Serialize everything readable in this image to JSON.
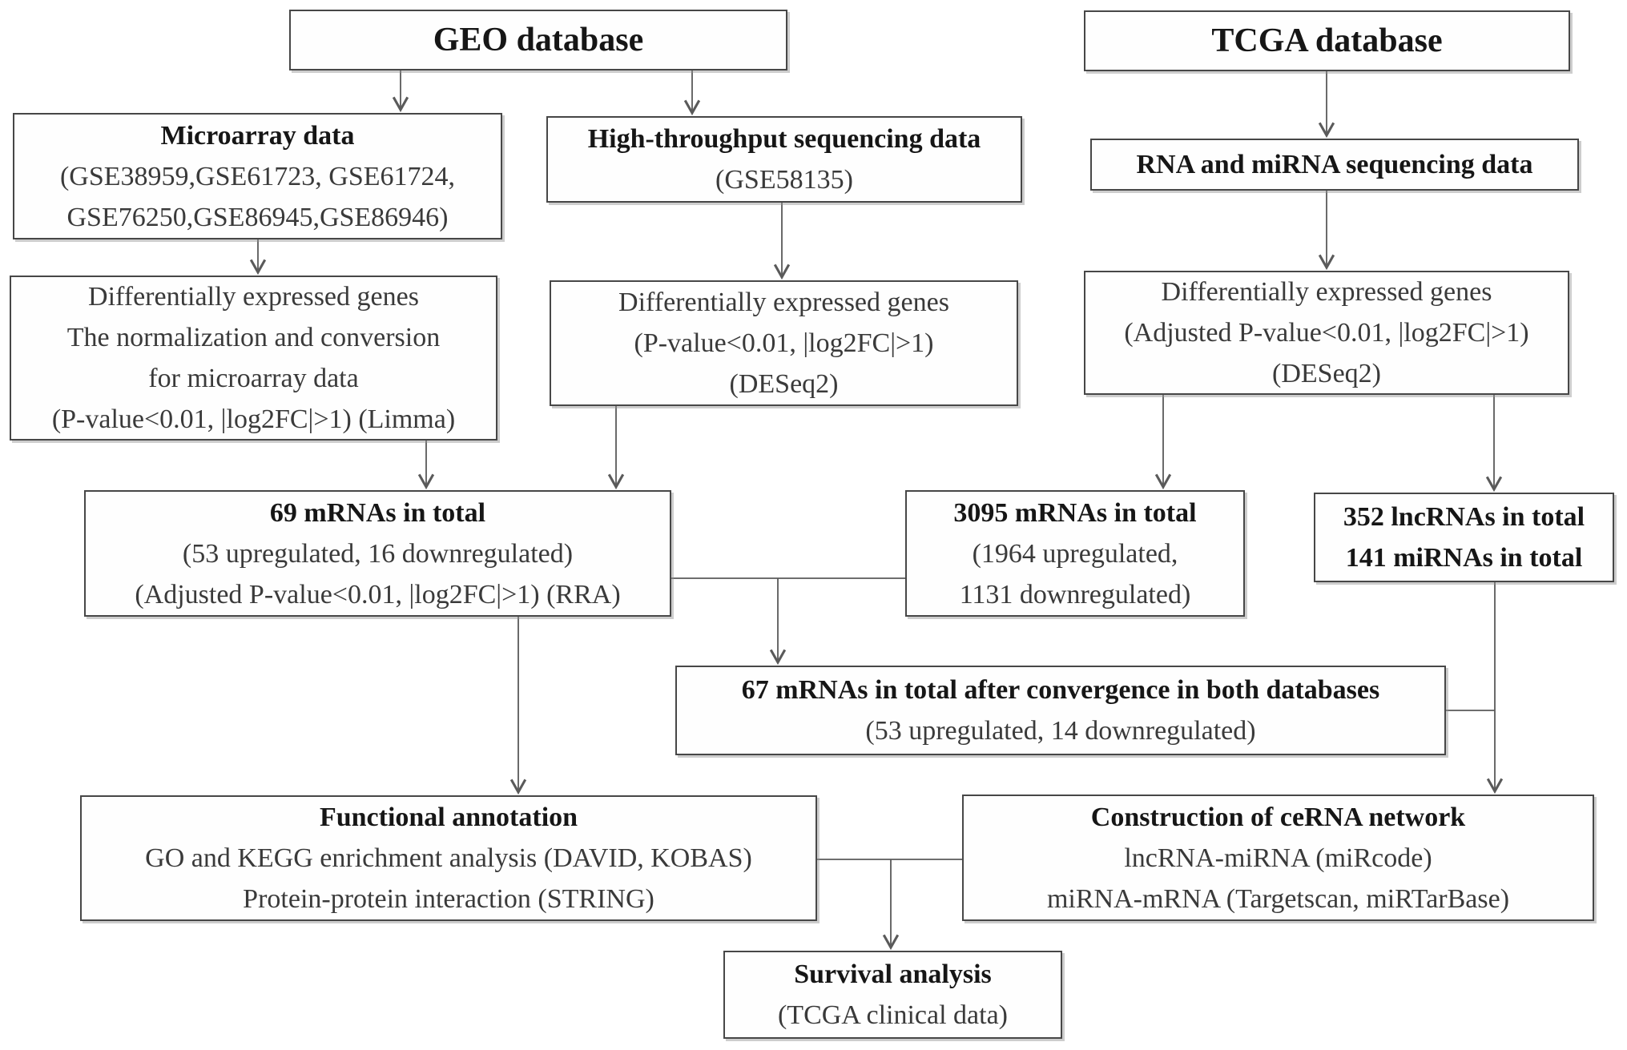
{
  "page": {
    "colors": {
      "background": "#ffffff",
      "box_border": "#474747",
      "title_text": "#161616",
      "body_text": "#3a3a3a",
      "connector": "#5a5a5a"
    }
  },
  "nodes": {
    "geo": {
      "title": "GEO database"
    },
    "tcga": {
      "title": "TCGA database"
    },
    "microarray": {
      "title": "Microarray data",
      "lines": [
        "(GSE38959,GSE61723, GSE61724,",
        "GSE76250,GSE86945,GSE86946)"
      ]
    },
    "hts": {
      "title": "High-throughput sequencing data",
      "lines": [
        "(GSE58135)"
      ]
    },
    "rna_mirna": {
      "title": "RNA and miRNA sequencing data"
    },
    "deg_microarray": {
      "lines": [
        "Differentially expressed genes",
        "The normalization and conversion",
        "for microarray data",
        "(P-value<0.01, |log2FC|>1) (Limma)"
      ]
    },
    "deg_hts": {
      "lines": [
        "Differentially expressed genes",
        "(P-value<0.01, |log2FC|>1)",
        "(DESeq2)"
      ]
    },
    "deg_tcga": {
      "lines": [
        "Differentially expressed genes",
        "(Adjusted P-value<0.01, |log2FC|>1)",
        "(DESeq2)"
      ]
    },
    "mrna_69": {
      "title": "69 mRNAs in total",
      "lines": [
        "(53 upregulated, 16 downregulated)",
        "(Adjusted P-value<0.01, |log2FC|>1) (RRA)"
      ]
    },
    "mrna_3095": {
      "title": "3095 mRNAs in total",
      "lines": [
        "(1964 upregulated,",
        "1131 downregulated)"
      ]
    },
    "lnc_mirna": {
      "title": "352 lncRNAs in total",
      "title2": "141 miRNAs in total"
    },
    "mrna_67": {
      "title": "67 mRNAs in total after convergence in both databases",
      "lines": [
        "(53 upregulated, 14 downregulated)"
      ]
    },
    "functional": {
      "title": "Functional annotation",
      "lines": [
        "GO and KEGG enrichment analysis (DAVID, KOBAS)",
        "Protein-protein interaction (STRING)"
      ]
    },
    "cerna": {
      "title": "Construction of ceRNA network",
      "lines": [
        "lncRNA-miRNA (miRcode)",
        "miRNA-mRNA (Targetscan, miRTarBase)"
      ]
    },
    "survival": {
      "title": "Survival analysis",
      "lines": [
        "(TCGA clinical data)"
      ]
    }
  }
}
